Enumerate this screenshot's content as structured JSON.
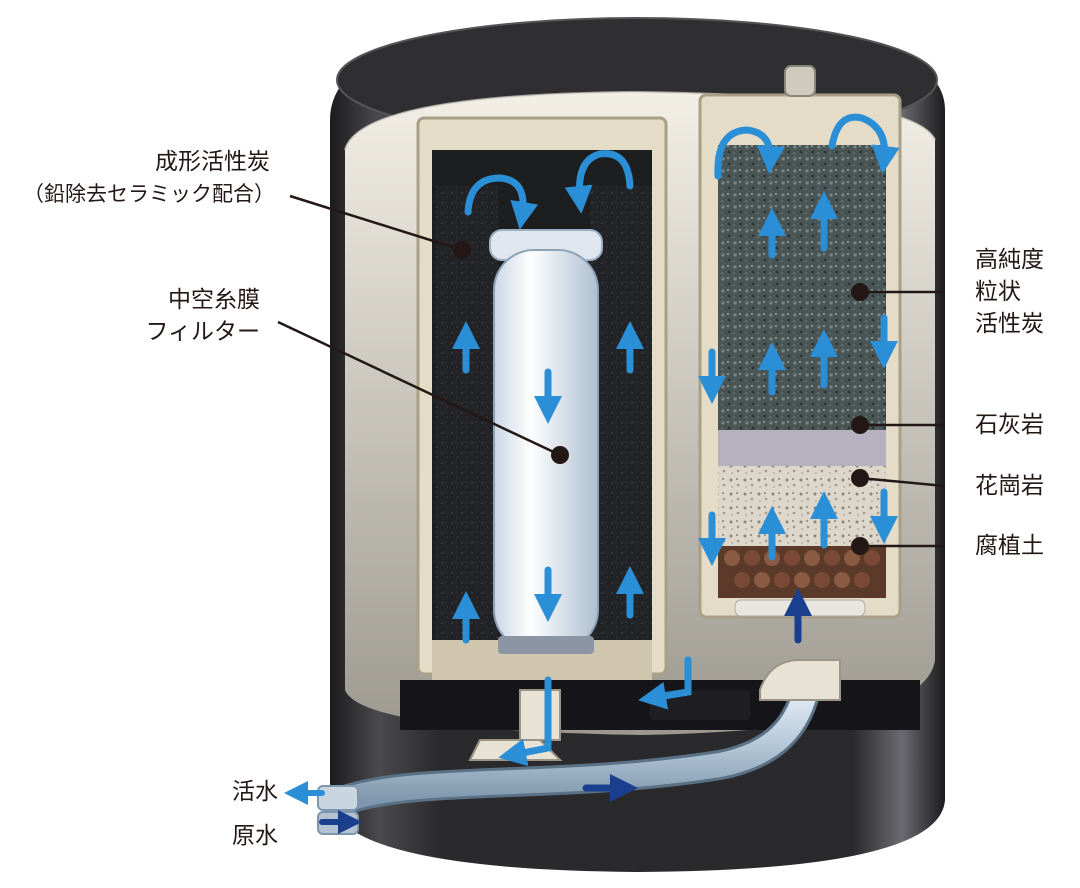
{
  "labels": {
    "molded_carbon": "成形活性炭",
    "molded_carbon_note": "（鉛除去セラミック配合）",
    "hollow_fiber_line1": "中空糸膜",
    "hollow_fiber_line2": "フィルター",
    "granular_carbon_line1": "高純度",
    "granular_carbon_line2": "粒状",
    "granular_carbon_line3": "活性炭",
    "limestone": "石灰岩",
    "granite": "花崗岩",
    "humus": "腐植土",
    "output_water": "活水",
    "input_water": "原水"
  },
  "colors": {
    "housing": "#2b2b2e",
    "cartridge_frame": "#e4dcc6",
    "filter_media_dark": "#1d1e20",
    "granular_carbon": "#3b4546",
    "flow_arrow_light": "#2a8fd6",
    "flow_arrow_dark": "#1b3f8f",
    "leader_line": "#231815"
  }
}
